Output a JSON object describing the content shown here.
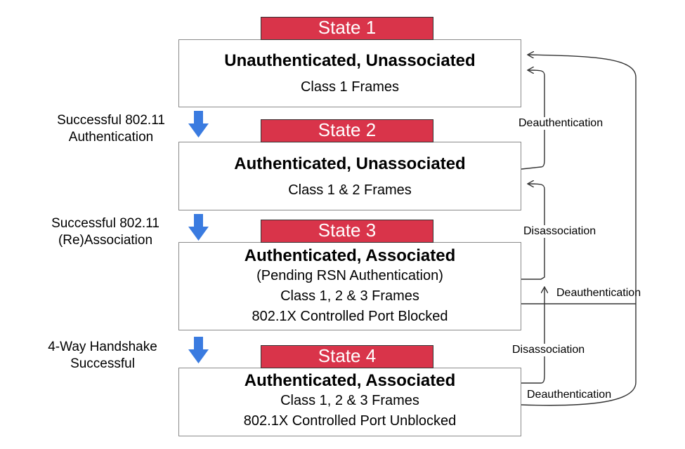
{
  "states": [
    {
      "tag": "State 1",
      "title": "Unauthenticated, Unassociated",
      "lines": [
        "Class 1 Frames"
      ]
    },
    {
      "tag": "State 2",
      "title": "Authenticated, Unassociated",
      "lines": [
        "Class 1 & 2 Frames"
      ]
    },
    {
      "tag": "State 3",
      "title": "Authenticated, Associated",
      "lines": [
        "(Pending RSN Authentication)",
        "Class 1, 2 & 3 Frames",
        "802.1X Controlled Port Blocked"
      ]
    },
    {
      "tag": "State 4",
      "title": "Authenticated, Associated",
      "lines": [
        "Class 1, 2 & 3 Frames",
        "802.1X Controlled Port Unblocked"
      ]
    }
  ],
  "transitions_left": [
    {
      "lines": [
        "Successful 802.11",
        "Authentication"
      ]
    },
    {
      "lines": [
        "Successful 802.11",
        "(Re)Association"
      ]
    },
    {
      "lines": [
        "4-Way Handshake",
        "Successful"
      ]
    }
  ],
  "transitions_right": {
    "deauth_2_to_1": "Deauthentication",
    "disassoc_3_to_2": "Disassociation",
    "deauth_3_to_1": "Deauthentication",
    "disassoc_4_to_3": "Disassociation",
    "deauth_4_to_1": "Deauthentication"
  },
  "colors": {
    "state_tag": "#d9344a",
    "down_arrow": "#3a7be0",
    "box_border": "#8a8a8a"
  }
}
